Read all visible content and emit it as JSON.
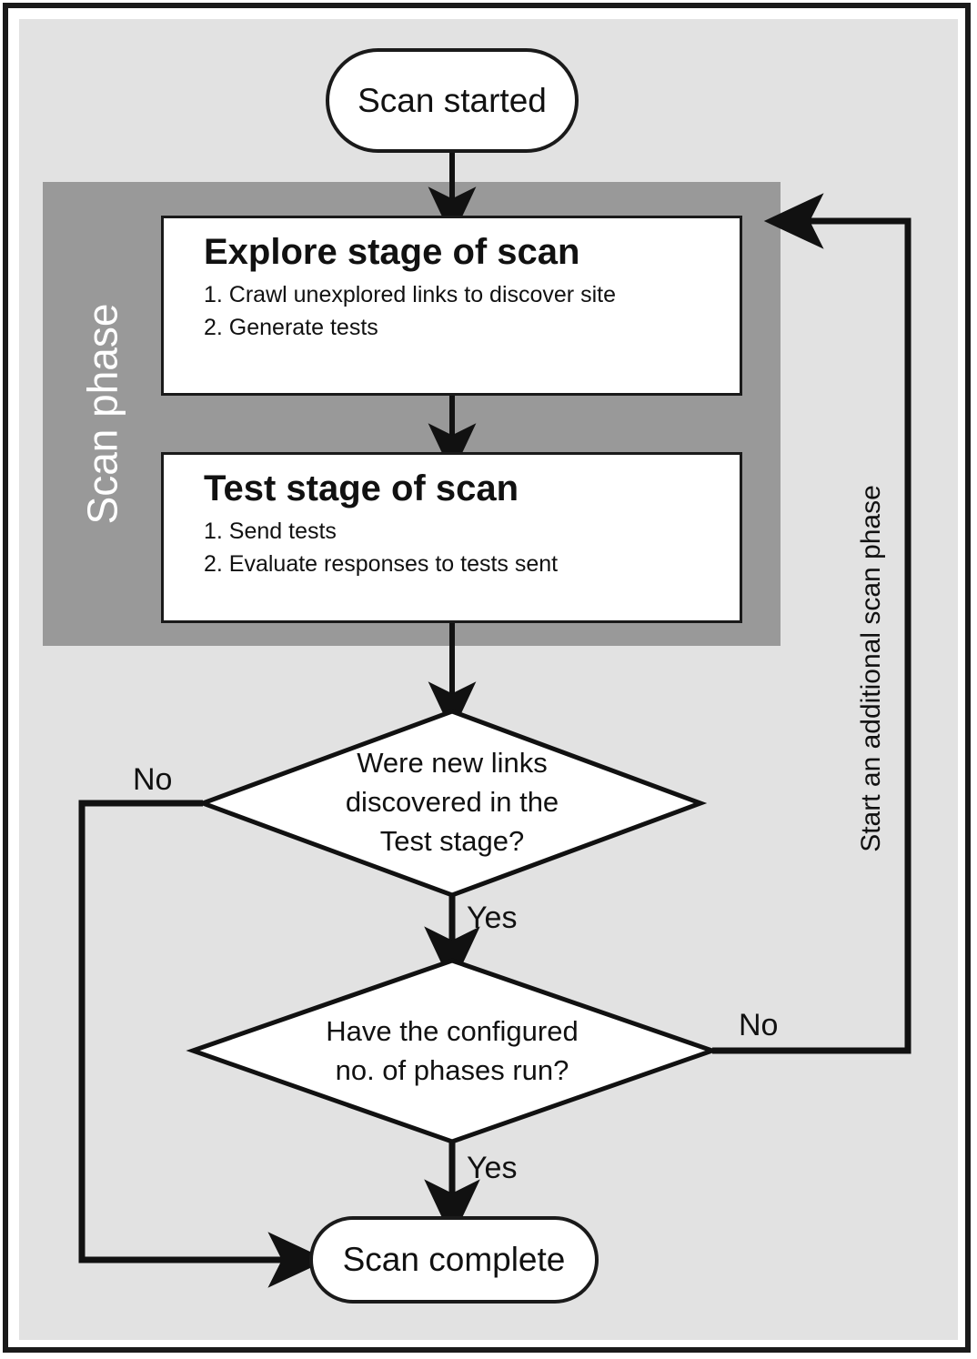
{
  "diagram": {
    "title": "Scan phase flowchart",
    "colors": {
      "frame_border": "#1a1a1a",
      "canvas_background": "#e2e2e2",
      "swimlane_fill": "#999999",
      "swimlane_label_text": "#ffffff",
      "node_fill": "#ffffff",
      "node_border": "#1a1a1a",
      "text": "#111111"
    },
    "swimlane": {
      "label": "Scan phase"
    },
    "nodes": {
      "start": {
        "type": "terminator",
        "label": "Scan started"
      },
      "explore_stage": {
        "type": "process",
        "title": "Explore stage of scan",
        "steps": [
          "1. Crawl unexplored links to discover site",
          "2. Generate tests"
        ]
      },
      "test_stage": {
        "type": "process",
        "title": "Test stage of scan",
        "steps": [
          "1. Send tests",
          "2. Evaluate responses to tests sent"
        ]
      },
      "decision_new_links": {
        "type": "decision",
        "lines": [
          "Were new links",
          "discovered in the",
          "Test stage?"
        ]
      },
      "decision_phases_run": {
        "type": "decision",
        "lines": [
          "Have the configured",
          "no. of phases run?"
        ]
      },
      "end": {
        "type": "terminator",
        "label": "Scan complete"
      }
    },
    "edges": {
      "start_to_explore": {
        "label": ""
      },
      "explore_to_test": {
        "label": ""
      },
      "test_to_decision1": {
        "label": ""
      },
      "decision1_no": {
        "label": "No",
        "target": "Scan complete"
      },
      "decision1_yes": {
        "label": "Yes",
        "target": "Have the configured no. of phases run?"
      },
      "decision2_no": {
        "label": "No",
        "target": "Explore stage of scan"
      },
      "decision2_yes": {
        "label": "Yes",
        "target": "Scan complete"
      },
      "feedback_loop": {
        "label": "Start an additional scan phase"
      }
    }
  }
}
